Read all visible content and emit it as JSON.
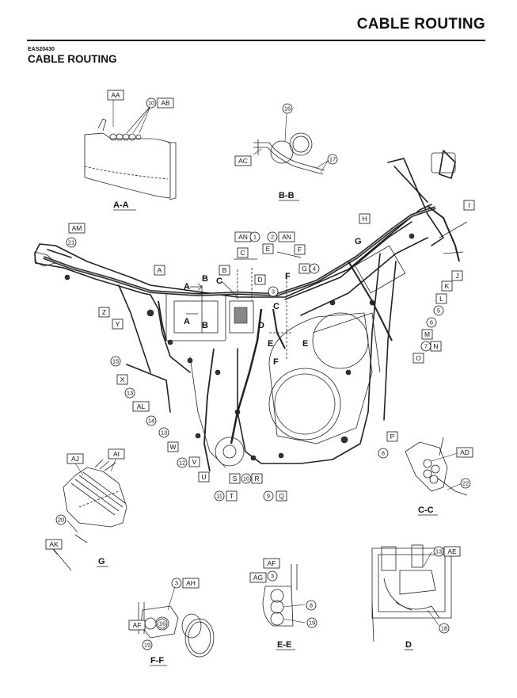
{
  "header": {
    "title": "CABLE ROUTING"
  },
  "doc_code": "EAS20430",
  "section_title": "CABLE ROUTING",
  "captions": {
    "aa": "A-A",
    "bb": "B-B",
    "cc": "C-C",
    "g": "G",
    "ee": "E-E",
    "ff": "F-F",
    "d": "D"
  },
  "letters": {
    "AA": "AA",
    "AB": "AB",
    "AC": "AC",
    "AD": "AD",
    "AE": "AE",
    "AF": "AF",
    "AG": "AG",
    "AH": "AH",
    "AI": "AI",
    "AJ": "AJ",
    "AK": "AK",
    "AL": "AL",
    "AM": "AM",
    "AN": "AN",
    "A": "A",
    "B": "B",
    "C": "C",
    "D": "D",
    "E": "E",
    "F": "F",
    "G": "G",
    "H": "H",
    "I": "I",
    "J": "J",
    "K": "K",
    "L": "L",
    "M": "M",
    "N": "N",
    "O": "O",
    "P": "P",
    "Q": "Q",
    "R": "R",
    "S": "S",
    "T": "T",
    "U": "U",
    "V": "V",
    "W": "W",
    "X": "X",
    "Y": "Y",
    "Z": "Z"
  },
  "numbers": {
    "n1": "1",
    "n2": "2",
    "n3": "3",
    "n4": "4",
    "n5": "5",
    "n6": "6",
    "n7": "7",
    "n8": "8",
    "n9": "9",
    "n10": "10",
    "n11": "11",
    "n12": "12",
    "n13": "13",
    "n14": "14",
    "n15": "15",
    "n16": "16",
    "n17": "17",
    "n18": "18",
    "n19": "19",
    "n20": "20",
    "n21": "21",
    "n22": "22"
  },
  "section_marks": {
    "a": "A",
    "b": "B",
    "c": "C",
    "d": "D",
    "e": "E",
    "f": "F",
    "g": "G"
  }
}
